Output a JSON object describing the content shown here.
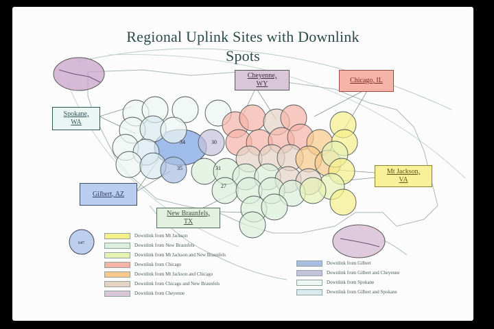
{
  "slide": {
    "title_line1": "Regional Uplink Sites with Downlink",
    "title_line2": "Spots"
  },
  "sites": [
    {
      "key": "spokane",
      "line1": "Spokane,",
      "line2": "WA"
    },
    {
      "key": "cheyenne",
      "line1": "Cheyenne,",
      "line2": "WY"
    },
    {
      "key": "chicago",
      "line1": "Chicago, IL",
      "line2": ""
    },
    {
      "key": "gilbert",
      "line1": "Gilbert, AZ",
      "line2": ""
    },
    {
      "key": "new_braunfels",
      "line1": "New Braunfels,",
      "line2": "TX"
    },
    {
      "key": "mt_jackson",
      "line1": "Mt Jackson,",
      "line2": "VA"
    }
  ],
  "spot_numbers": [
    "34",
    "30",
    "35",
    "31",
    "27",
    "647"
  ],
  "legend_left": [
    {
      "label": "Downlink from Mt Jackson",
      "color": "#f6f08a"
    },
    {
      "label": "Downlink from New Braunfels",
      "color": "#dcefdc"
    },
    {
      "label": "Downlink from Mt Jackson and New Braunfels",
      "color": "#e7f2b5"
    },
    {
      "label": "Downlink from Chicago",
      "color": "#f6b3a8"
    },
    {
      "label": "Downlink from Mt Jackson and Chicago",
      "color": "#f8c98a"
    },
    {
      "label": "Downlink from Chicago and New Braunfels",
      "color": "#e6d3c4"
    },
    {
      "label": "Downlink from Cheyenne",
      "color": "#d9c6d9"
    }
  ],
  "legend_right": [
    {
      "label": "Downlink from Gilbert",
      "color": "#a9bfe2"
    },
    {
      "label": "Downlink from Gilbert and Cheyenne",
      "color": "#c5c2dc"
    },
    {
      "label": "Downlink from Spokane",
      "color": "#eef6f4"
    },
    {
      "label": "Downlink from Gilbert and Spokane",
      "color": "#d9eaf1"
    }
  ],
  "colors": {
    "slide_bg": "#fbfcfb",
    "title": "#2b4a49",
    "spokane_box": "#e9f6f3",
    "cheyenne_box": "#d9c6d9",
    "chicago_box": "#f6b3a8",
    "gilbert_box": "#b9cdee",
    "new_braunfels_box": "#e3f0df",
    "mt_jackson_box": "#f8f19a"
  }
}
